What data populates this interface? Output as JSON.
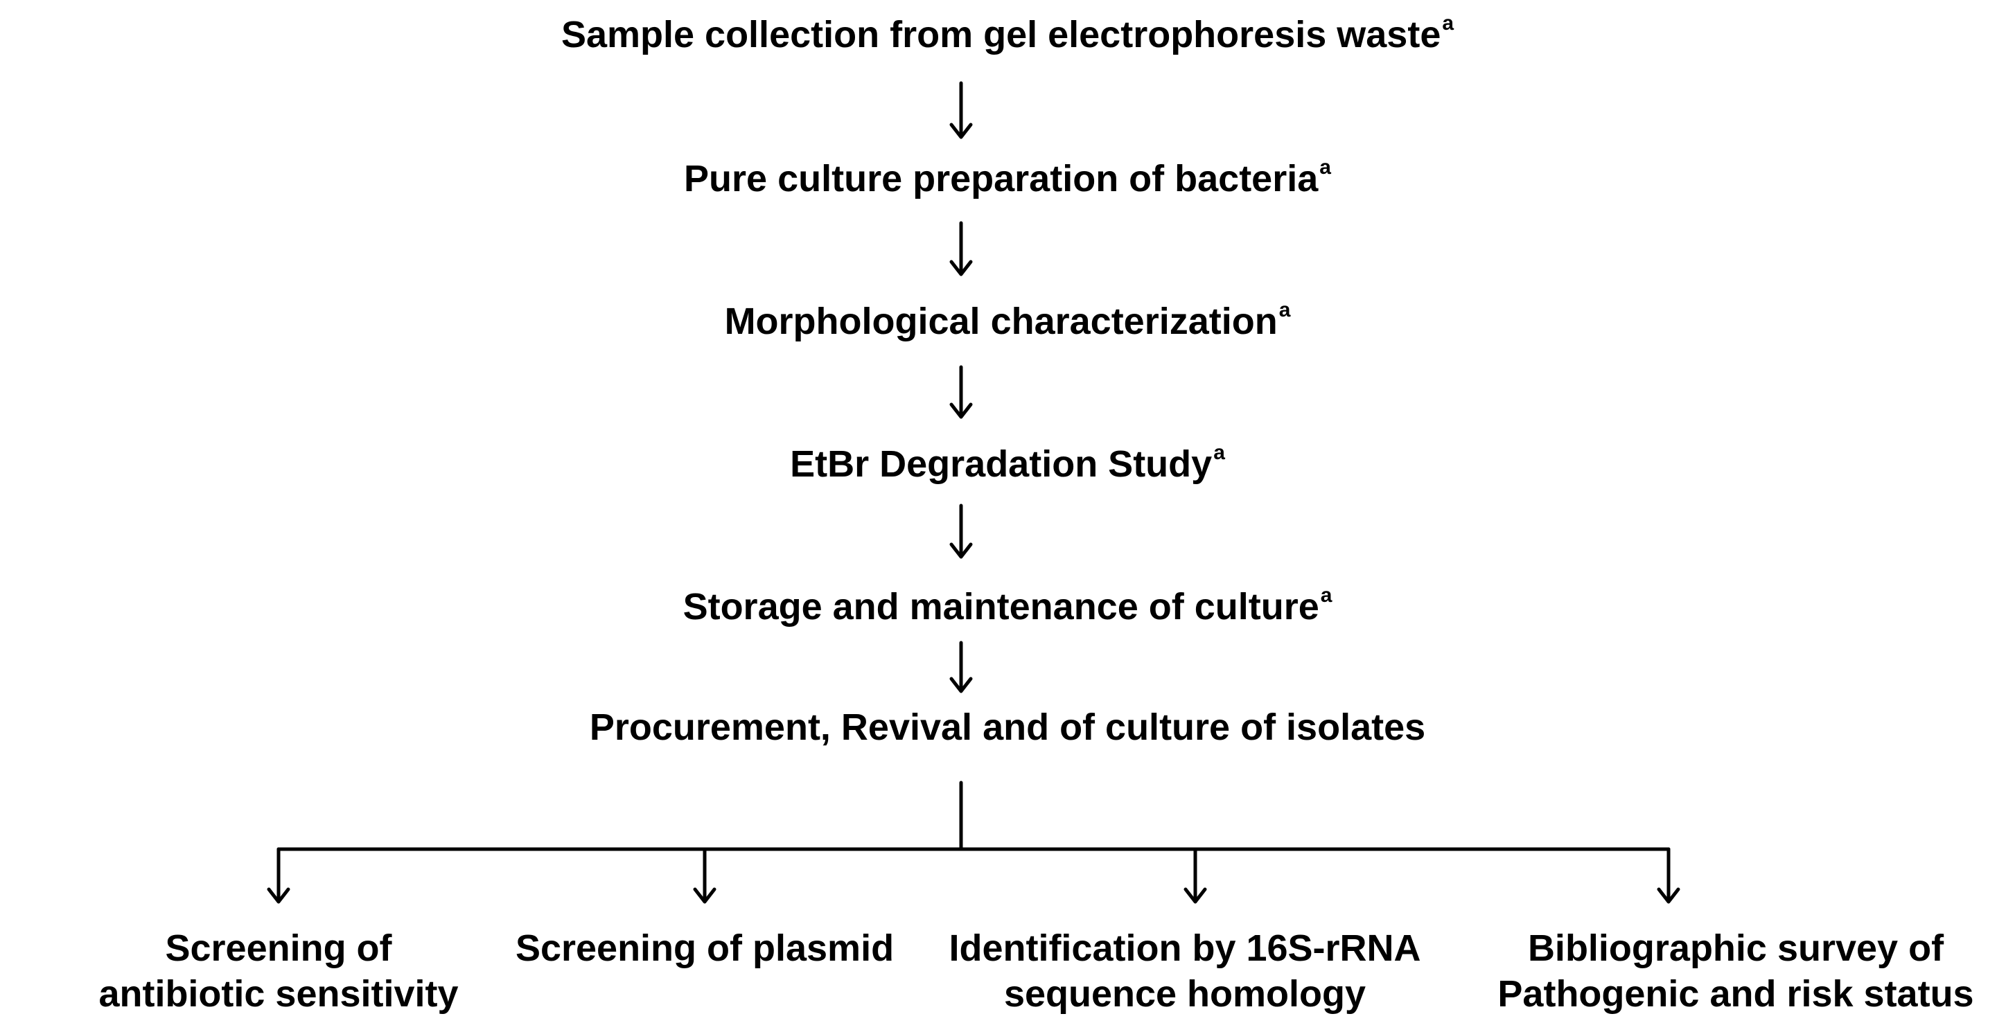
{
  "diagram": {
    "steps": [
      {
        "text": "Sample collection from gel electrophoresis waste",
        "note": "a"
      },
      {
        "text": "Pure culture preparation of bacteria",
        "note": "a"
      },
      {
        "text": "Morphological characterization",
        "note": "a"
      },
      {
        "text": "EtBr Degradation Study",
        "note": "a"
      },
      {
        "text": "Storage and maintenance of culture",
        "note": "a"
      },
      {
        "text": "Procurement, Revival and  of culture of isolates",
        "note": ""
      }
    ],
    "branches": [
      {
        "line1": "Screening of",
        "line2": "antibiotic sensitivity"
      },
      {
        "line1": "Screening of plasmid",
        "line2": ""
      },
      {
        "line1": "Identification by 16S-rRNA",
        "line2": "sequence homology"
      },
      {
        "line1": "Bibliographic survey of",
        "line2": "Pathogenic and risk status"
      }
    ],
    "colors": {
      "text": "#000000",
      "line": "#000000",
      "background": "#ffffff"
    }
  }
}
